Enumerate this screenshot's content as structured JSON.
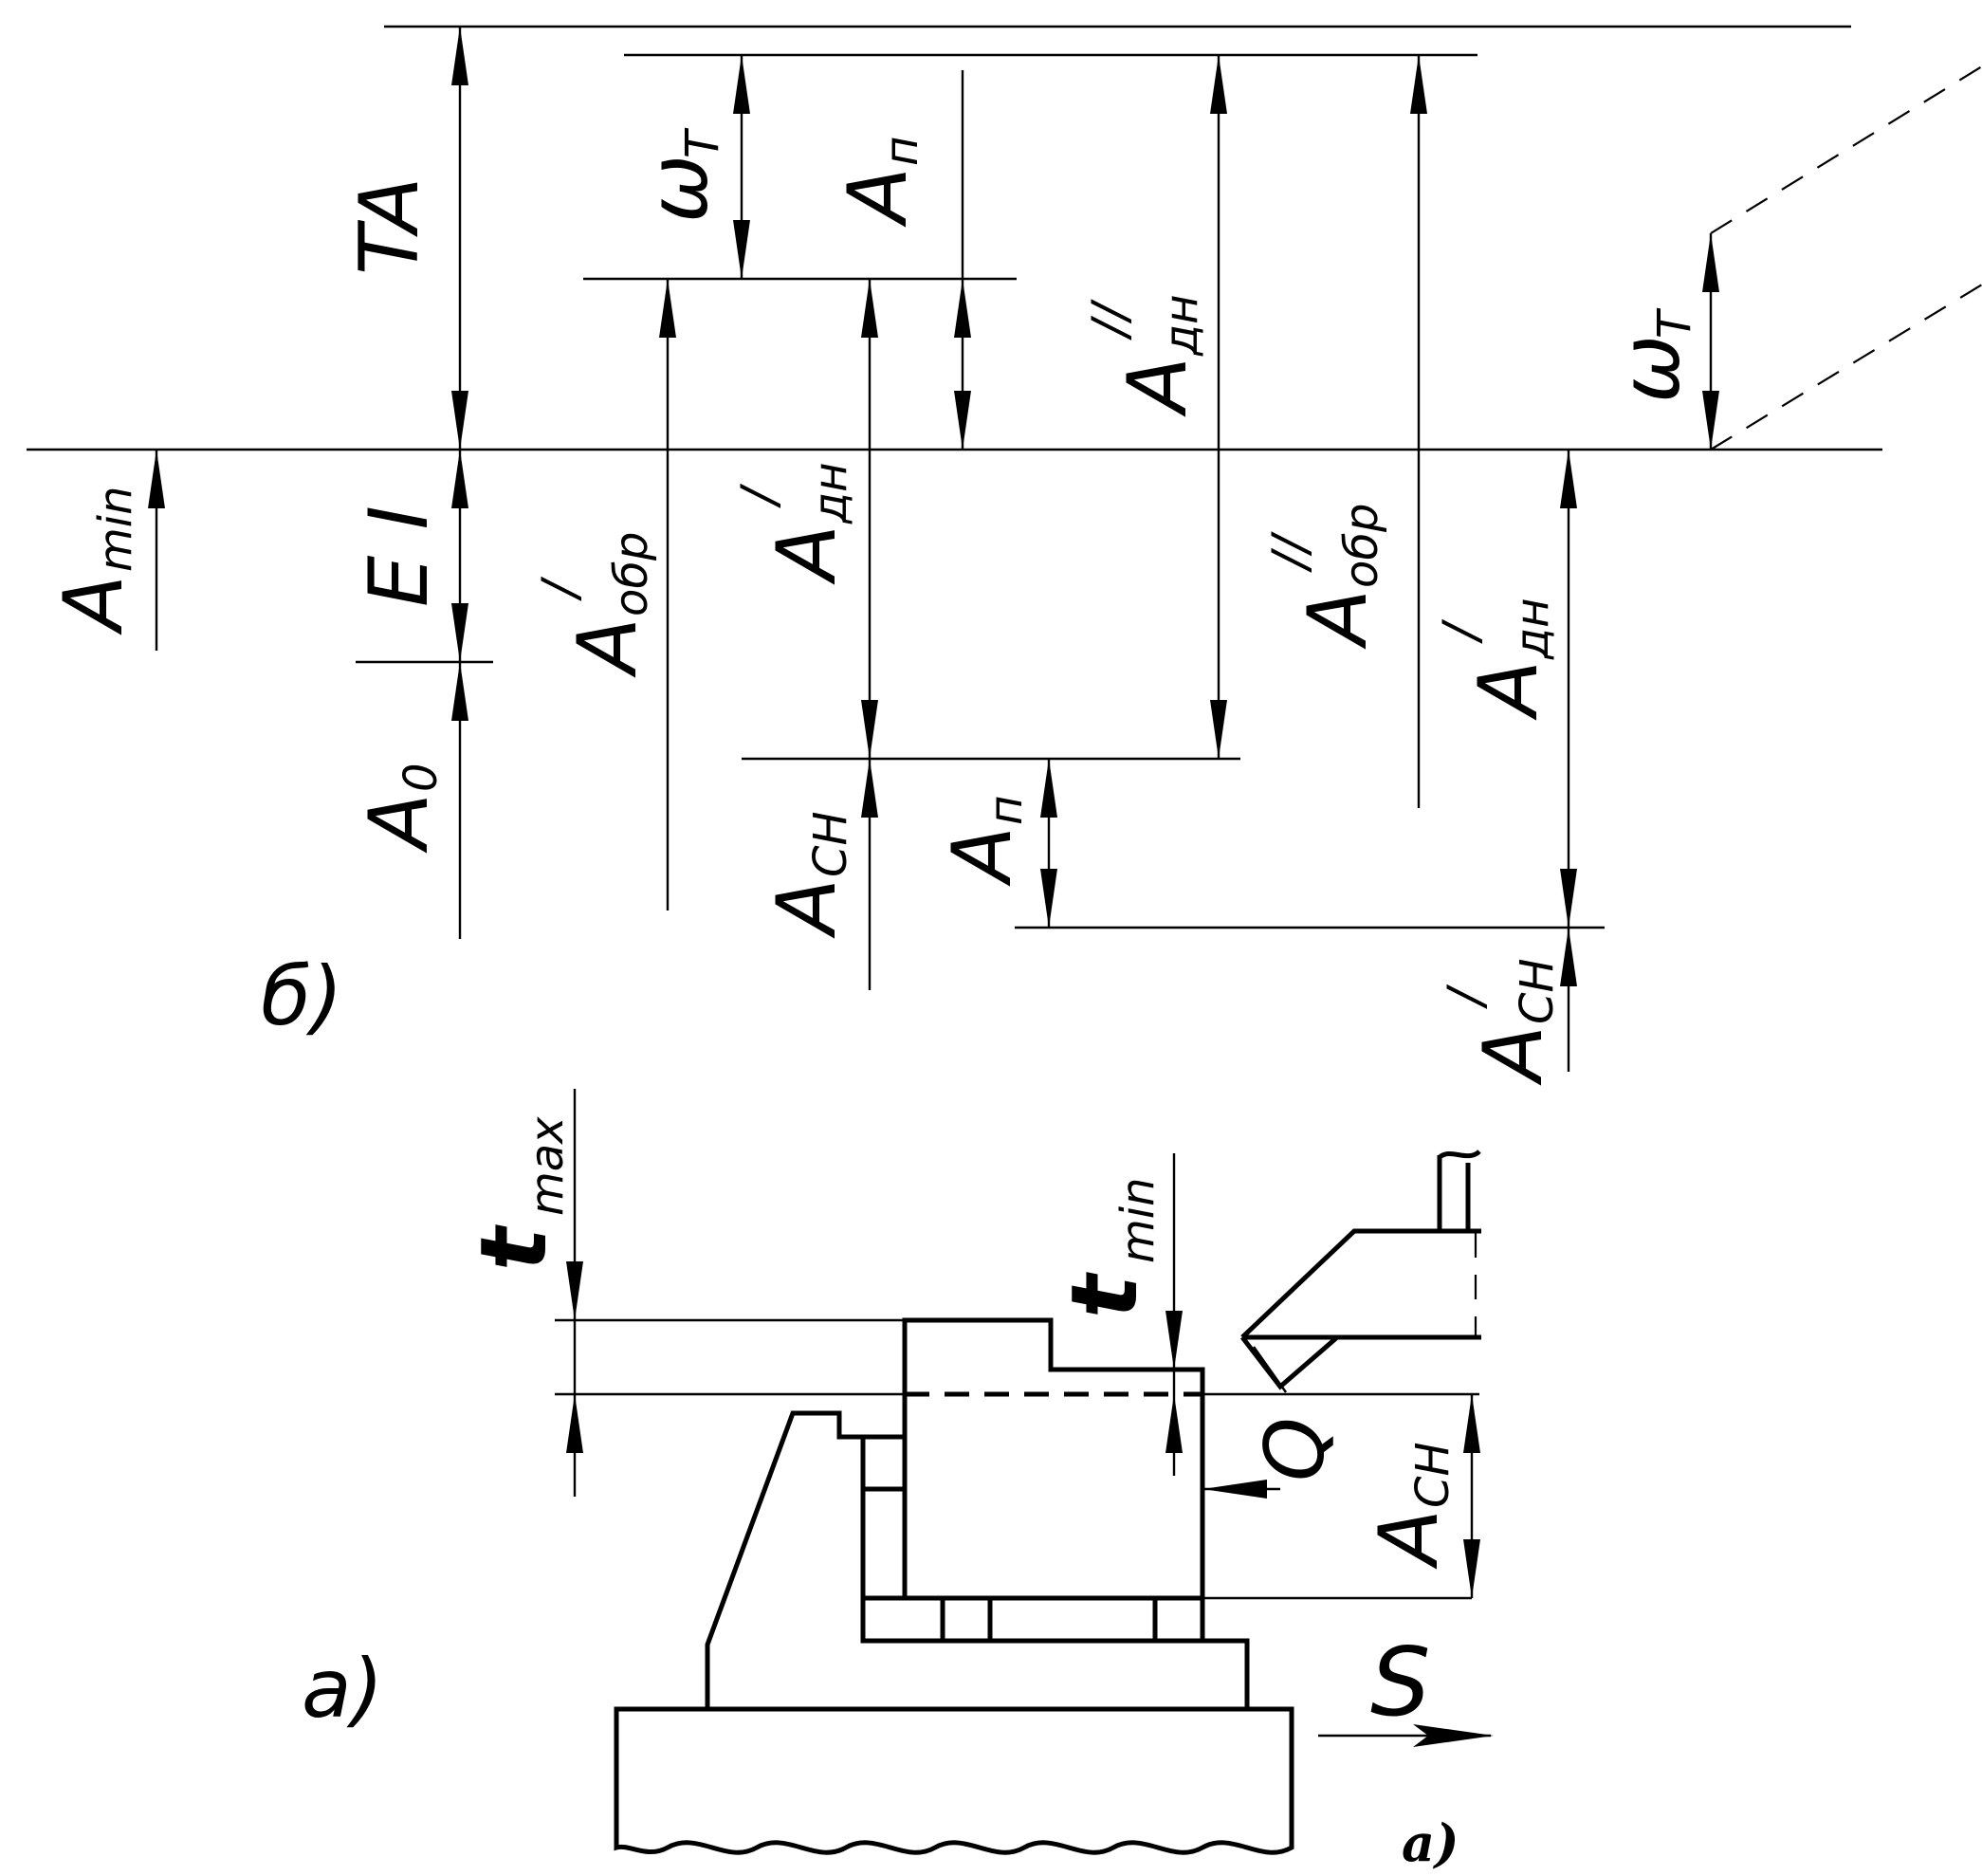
{
  "panel_b": {
    "panel_label": "б)",
    "ta": "TA",
    "ei": "E I",
    "a_min": {
      "base": "A",
      "sub": "min"
    },
    "a0": {
      "base": "A",
      "sub": "0"
    },
    "w_t": {
      "base": "ω",
      "sub": "T"
    },
    "a_n_upper": {
      "base": "A",
      "sub": "п"
    },
    "a_dn_2": {
      "base": "A",
      "prime": "//",
      "sub": "дн"
    },
    "a_obr_1": {
      "base": "A",
      "prime": "/",
      "sub": "обр"
    },
    "a_dn_1": {
      "base": "A",
      "prime": "/",
      "sub": "дн"
    },
    "a_obr_2": {
      "base": "A",
      "prime": "//",
      "sub": "обр"
    },
    "a_dn_1_right": {
      "base": "A",
      "prime": "/",
      "sub": "дн"
    },
    "a_ch": {
      "base": "A",
      "sub": "CH"
    },
    "a_n_lower": {
      "base": "A",
      "sub": "п"
    },
    "a_ch_1": {
      "base": "A",
      "prime": "/",
      "sub": "CH"
    },
    "w_t_right": {
      "base": "ω",
      "sub": "T"
    }
  },
  "panel_a": {
    "panel_label": "а)",
    "caption": "а)",
    "t_max": {
      "base": "t",
      "sub": "max"
    },
    "t_min": {
      "base": "t",
      "sub": "min"
    },
    "q": "Q",
    "a_ch": {
      "base": "A",
      "sub": "CH"
    },
    "s": "S"
  }
}
